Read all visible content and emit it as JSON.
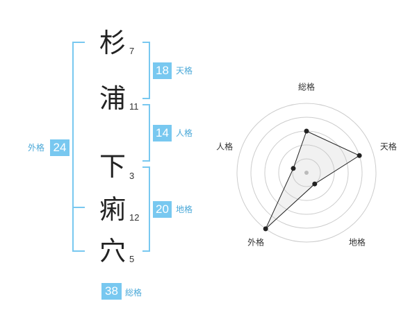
{
  "colors": {
    "accent": "#78c8f0",
    "accent_text": "#4aa8d8"
  },
  "name": {
    "chars": [
      {
        "char": "杉",
        "strokes": "7"
      },
      {
        "char": "浦",
        "strokes": "11"
      },
      {
        "char": "下",
        "strokes": "3"
      },
      {
        "char": "痢",
        "strokes": "12"
      },
      {
        "char": "穴",
        "strokes": "5"
      }
    ]
  },
  "fortunes": {
    "tenkaku": {
      "value": "18",
      "label": "天格"
    },
    "jinkaku": {
      "value": "14",
      "label": "人格"
    },
    "chikaku": {
      "value": "20",
      "label": "地格"
    },
    "gaikaku": {
      "value": "24",
      "label": "外格"
    },
    "soukaku": {
      "value": "38",
      "label": "総格"
    }
  },
  "chart_data": {
    "type": "radar",
    "axes": [
      "総格",
      "天格",
      "地格",
      "外格",
      "人格"
    ],
    "values": [
      3,
      4,
      1,
      5,
      1
    ],
    "max": 5,
    "rings": 5
  }
}
